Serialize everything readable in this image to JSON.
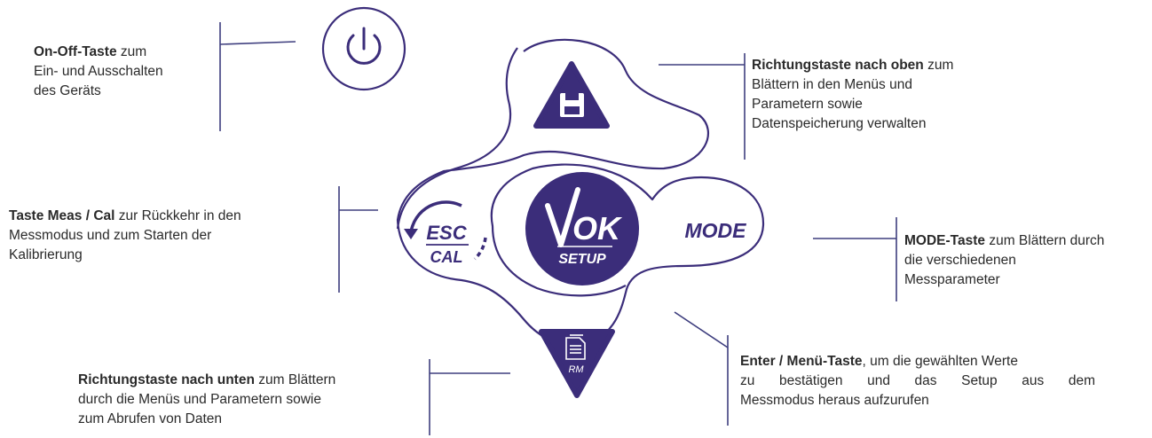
{
  "colors": {
    "navy": "#3b2d7a",
    "line": "#3e3e7e",
    "text": "#2a2a2a"
  },
  "keys": {
    "power": {
      "icon": "power-icon"
    },
    "up": {
      "icon": "floppy-disk-icon"
    },
    "center": {
      "top": "OK",
      "bottom": "SETUP",
      "icon": "checkmark-icon"
    },
    "esc": {
      "top": "ESC",
      "bottom": "CAL",
      "icon": "circular-arrow-icon"
    },
    "mode": {
      "label": "MODE"
    },
    "down": {
      "label": "RM",
      "icon": "document-icon"
    }
  },
  "annotations": {
    "onoff": {
      "bold": "On-Off-Taste",
      "rest1": " zum",
      "line2": "Ein- und Ausschalten",
      "line3": "des Geräts"
    },
    "up": {
      "bold": "Richtungstaste nach oben",
      "rest1": " zum",
      "line2": "Blättern in den Menüs und",
      "line3": "Parametern sowie",
      "line4": "Datenspeicherung verwalten"
    },
    "meas": {
      "bold": "Taste Meas / Cal",
      "rest1": " zur Rückkehr in den",
      "line2": "Messmodus und zum Starten der",
      "line3": "Kalibrierung"
    },
    "mode": {
      "bold": "MODE-Taste",
      "rest1": " zum Blättern durch",
      "line2": "die verschiedenen",
      "line3": "Messparameter"
    },
    "enter": {
      "bold": "Enter / Menü-Taste",
      "rest1": ", um die gewählten Werte",
      "line2": "zu bestätigen und das Setup aus dem",
      "line3": "Messmodus heraus aufzurufen"
    },
    "down": {
      "bold": "Richtungstaste nach unten",
      "rest1": " zum Blättern",
      "line2": "durch die Menüs und Parametern sowie",
      "line3": "zum Abrufen von Daten"
    }
  }
}
